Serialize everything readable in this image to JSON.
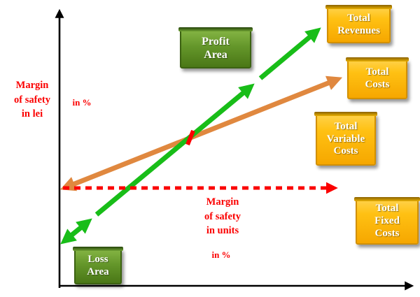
{
  "colors": {
    "revenues_line": "#18bd18",
    "costs_line": "#e0883f",
    "fixed_costs_line": "#fb0000",
    "annotation_text": "#fb0000",
    "axis": "#000000",
    "box_text": "#ffffff",
    "gold_box_top": "#ffd24a",
    "gold_box_bottom": "#f6a700",
    "gold_box_border": "#d29000",
    "green_box_top": "#85b544",
    "green_box_bottom": "#4a7716",
    "green_box_border": "#3c6212"
  },
  "boxes": {
    "profit_area": {
      "label": "Profit\nArea"
    },
    "loss_area": {
      "label": "Loss\nArea"
    },
    "total_revenues": {
      "label": "Total\nRevenues"
    },
    "total_costs": {
      "label": "Total\nCosts"
    },
    "total_variable_costs": {
      "label": "Total\nVariable\nCosts"
    },
    "total_fixed_costs": {
      "label": "Total\nFixed\nCosts"
    }
  },
  "annotations": {
    "margin_lei": {
      "text": "Margin\nof safety\nin lei"
    },
    "margin_lei_pct": {
      "text": "in %"
    },
    "margin_units": {
      "text": "Margin\nof safety\nin units"
    },
    "margin_units_pct": {
      "text": "in %"
    }
  },
  "diagram": {
    "type": "break-even-chart",
    "lines": [
      {
        "name": "total-revenues-line",
        "color_key": "revenues_line"
      },
      {
        "name": "total-costs-line",
        "color_key": "costs_line"
      },
      {
        "name": "total-fixed-costs-line",
        "style": "dashed",
        "color_key": "fixed_costs_line"
      }
    ],
    "break_even_marker": "red tick at intersection of revenues and costs lines"
  }
}
